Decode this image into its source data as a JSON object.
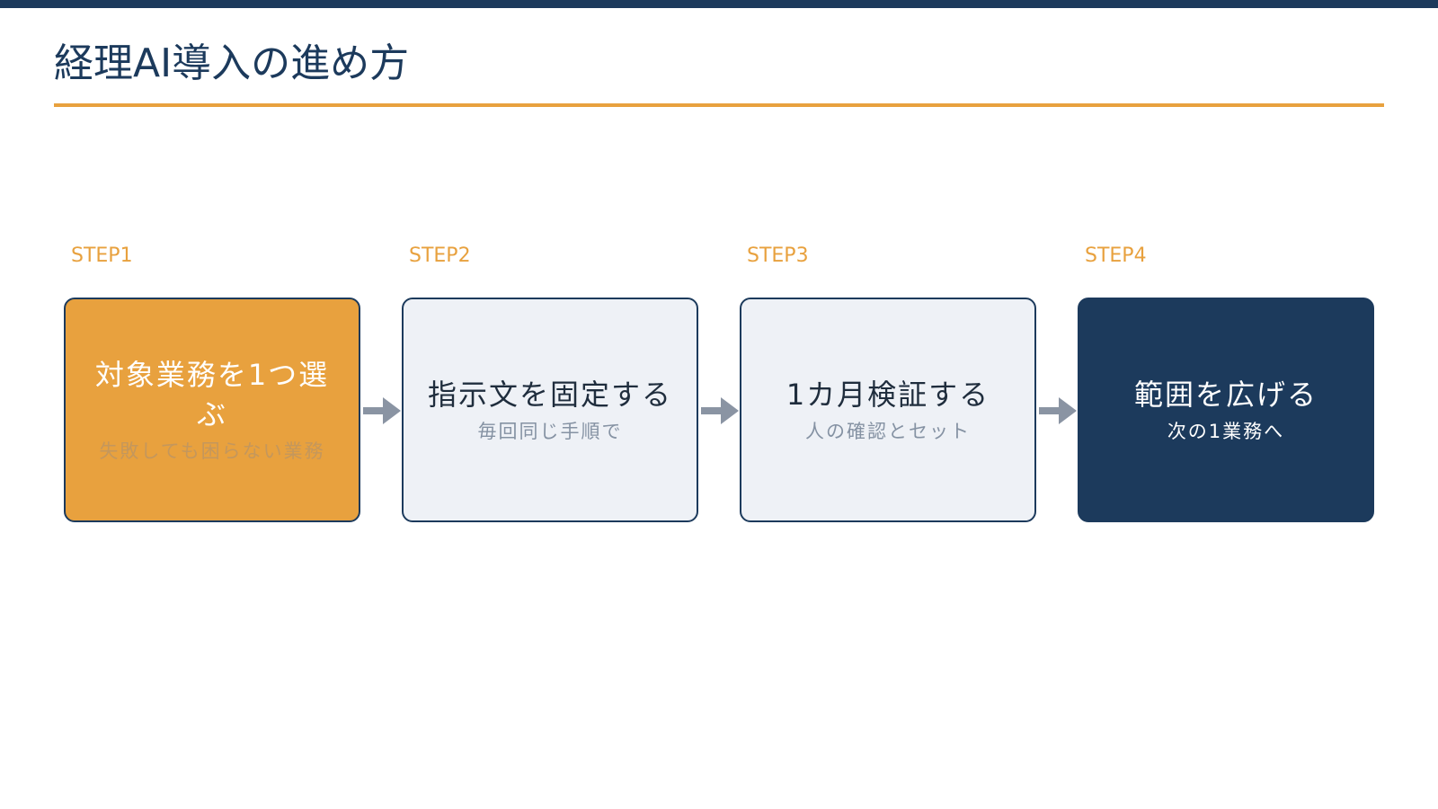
{
  "title": "経理AI導入の進め方",
  "colors": {
    "navy": "#1c3a5c",
    "orange": "#e8a13e",
    "light_box": "#eef1f6",
    "arrow": "#8a94a3"
  },
  "steps": [
    {
      "label": "STEP1",
      "title": "対象業務を1つ選ぶ",
      "subtitle": "失敗しても困らない業務",
      "style": "accent"
    },
    {
      "label": "STEP2",
      "title": "指示文を固定する",
      "subtitle": "毎回同じ手順で",
      "style": "light"
    },
    {
      "label": "STEP3",
      "title": "1カ月検証する",
      "subtitle": "人の確認とセット",
      "style": "light"
    },
    {
      "label": "STEP4",
      "title": "範囲を広げる",
      "subtitle": "次の1業務へ",
      "style": "dark"
    }
  ],
  "connector_icon": "arrow-right-icon"
}
